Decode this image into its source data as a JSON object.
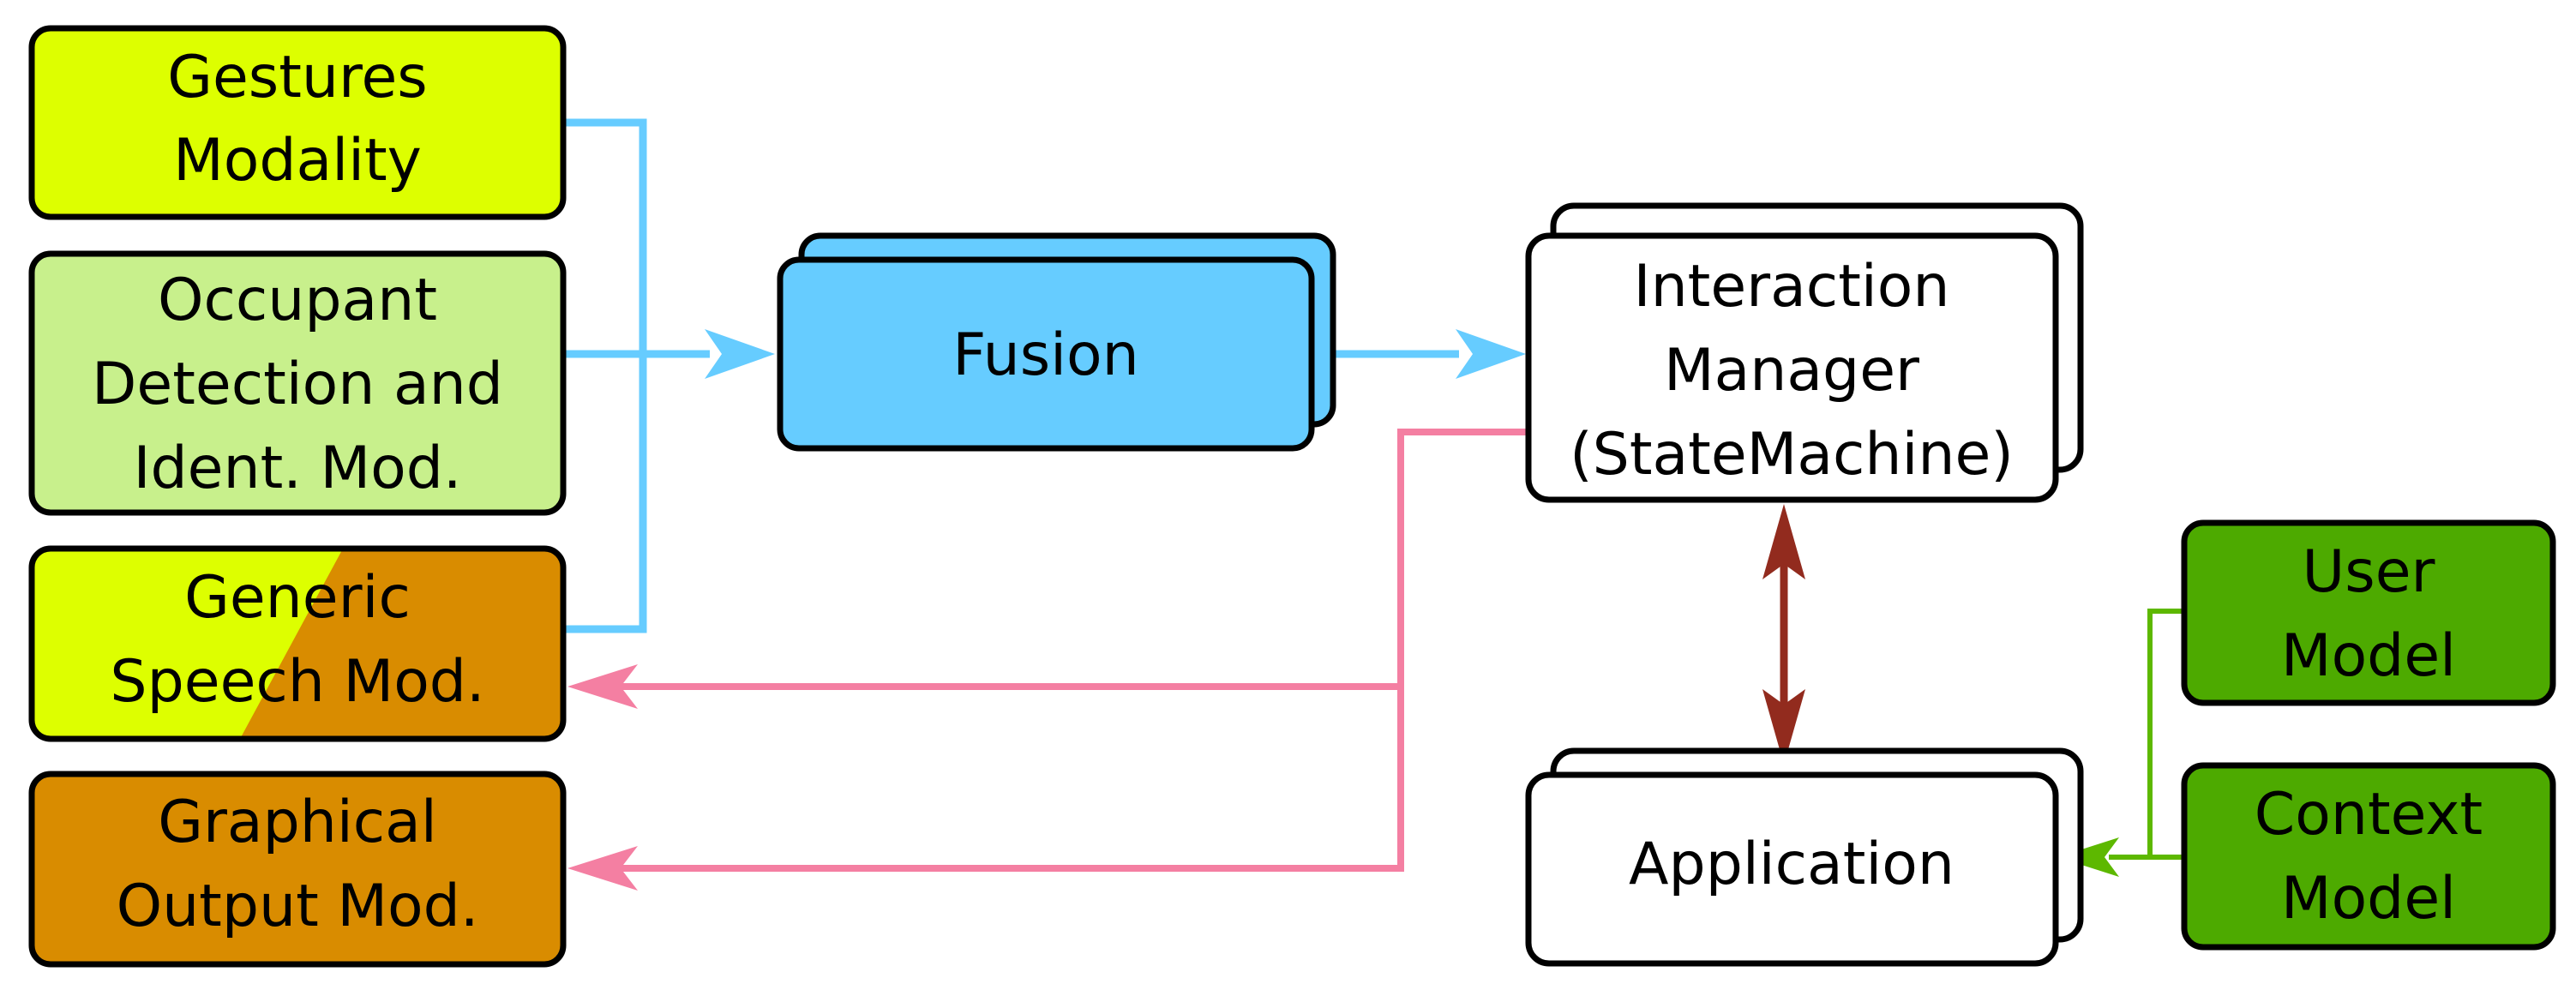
{
  "colors": {
    "gestures": "#DDFF00",
    "occupant": "#C8F08C",
    "speech_light": "#DDFF00",
    "speech_dark": "#D98C00",
    "graphical": "#D98C00",
    "fusion": "#66CCFF",
    "manager": "#FFFFFF",
    "application": "#FFFFFF",
    "user_model": "#4DAA00",
    "context_model": "#4DAA00",
    "arrow_input": "#66CCFF",
    "arrow_output": "#F47FA2",
    "arrow_app": "#922B1E",
    "arrow_models": "#5DB800"
  },
  "nodes": {
    "gestures": {
      "lines": [
        "Gestures",
        "Modality"
      ]
    },
    "occupant": {
      "lines": [
        "Occupant",
        "Detection and",
        "Ident. Mod."
      ]
    },
    "speech": {
      "lines": [
        "Generic",
        "Speech Mod."
      ]
    },
    "graphical": {
      "lines": [
        "Graphical",
        "Output Mod."
      ]
    },
    "fusion": {
      "lines": [
        "Fusion"
      ]
    },
    "manager": {
      "lines": [
        "Interaction",
        "Manager",
        "(StateMachine)"
      ]
    },
    "application": {
      "lines": [
        "Application"
      ]
    },
    "user_model": {
      "lines": [
        "User",
        "Model"
      ]
    },
    "context_model": {
      "lines": [
        "Context",
        "Model"
      ]
    }
  }
}
